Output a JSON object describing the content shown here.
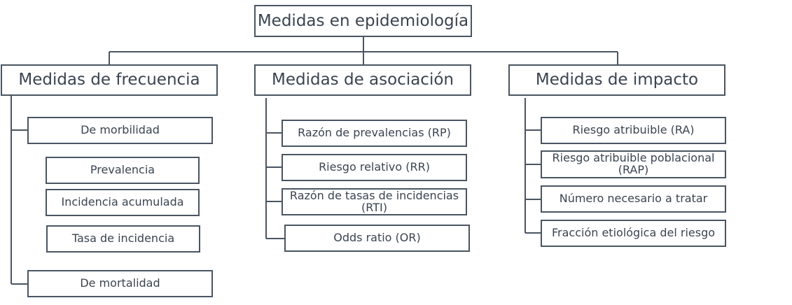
{
  "root": "Medidas en epidemiología",
  "frecuencia": {
    "title": "Medidas de frecuencia",
    "morbilidad": "De morbilidad",
    "prevalencia": "Prevalencia",
    "incidencia_acumulada": "Incidencia acumulada",
    "tasa_incidencia": "Tasa de incidencia",
    "mortalidad": "De mortalidad"
  },
  "asociacion": {
    "title": "Medidas de asociación",
    "items": [
      "Razón de prevalencias (RP)",
      "Riesgo relativo (RR)",
      "Razón de tasas de incidencias (RTI)",
      "Odds ratio (OR)"
    ]
  },
  "impacto": {
    "title": "Medidas de impacto",
    "items": [
      "Riesgo atribuible (RA)",
      "Riesgo atribuible poblacional (RAP)",
      "Número necesario a tratar",
      "Fracción etiológica del riesgo"
    ]
  }
}
